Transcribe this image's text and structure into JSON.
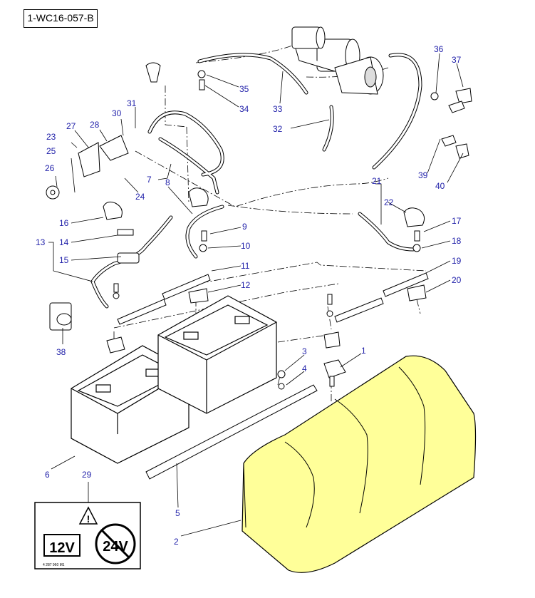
{
  "diagram": {
    "reference_code": "1-WC16-057-B",
    "callouts": [
      {
        "id": "c1",
        "label": "1"
      },
      {
        "id": "c2",
        "label": "2"
      },
      {
        "id": "c3",
        "label": "3"
      },
      {
        "id": "c4",
        "label": "4"
      },
      {
        "id": "c5",
        "label": "5"
      },
      {
        "id": "c6",
        "label": "6"
      },
      {
        "id": "c7",
        "label": "7"
      },
      {
        "id": "c8",
        "label": "8"
      },
      {
        "id": "c9",
        "label": "9"
      },
      {
        "id": "c10",
        "label": "10"
      },
      {
        "id": "c11",
        "label": "11"
      },
      {
        "id": "c12",
        "label": "12"
      },
      {
        "id": "c13",
        "label": "13"
      },
      {
        "id": "c14",
        "label": "14"
      },
      {
        "id": "c15",
        "label": "15"
      },
      {
        "id": "c16",
        "label": "16"
      },
      {
        "id": "c17",
        "label": "17"
      },
      {
        "id": "c18",
        "label": "18"
      },
      {
        "id": "c19",
        "label": "19"
      },
      {
        "id": "c20",
        "label": "20"
      },
      {
        "id": "c21",
        "label": "21"
      },
      {
        "id": "c22",
        "label": "22"
      },
      {
        "id": "c23",
        "label": "23"
      },
      {
        "id": "c24",
        "label": "24"
      },
      {
        "id": "c25",
        "label": "25"
      },
      {
        "id": "c26",
        "label": "26"
      },
      {
        "id": "c27",
        "label": "27"
      },
      {
        "id": "c28",
        "label": "28"
      },
      {
        "id": "c29",
        "label": "29"
      },
      {
        "id": "c30",
        "label": "30"
      },
      {
        "id": "c31",
        "label": "31"
      },
      {
        "id": "c32",
        "label": "32"
      },
      {
        "id": "c33",
        "label": "33"
      },
      {
        "id": "c34",
        "label": "34"
      },
      {
        "id": "c35",
        "label": "35"
      },
      {
        "id": "c36",
        "label": "36"
      },
      {
        "id": "c37",
        "label": "37"
      },
      {
        "id": "c38",
        "label": "38"
      },
      {
        "id": "c39",
        "label": "39"
      },
      {
        "id": "c40",
        "label": "40"
      }
    ],
    "warning_label": {
      "voltage_ok": "12V",
      "voltage_prohibited": "24V",
      "code": "4 287 960 M1"
    },
    "colors": {
      "callout_text": "#2222aa",
      "cover_fill": "#ffff99",
      "line": "#000000"
    }
  }
}
